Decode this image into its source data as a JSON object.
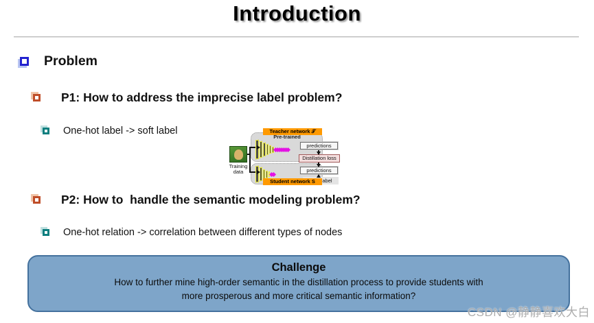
{
  "slide": {
    "title": "Introduction",
    "outline": [
      {
        "level": 1,
        "text": "Problem"
      },
      {
        "level": 2,
        "text": "P1: How to address the imprecise label problem?"
      },
      {
        "level": 3,
        "text": "One-hot label -> soft label"
      },
      {
        "level": 2,
        "text": "P2: How to  handle the semantic modeling problem?"
      },
      {
        "level": 3,
        "text": "One-hot relation -> correlation between different types of nodes"
      }
    ],
    "figure": {
      "teacher_label": "Teacher network 𝒯",
      "pretrained_label": "Pre-trained",
      "student_label": "Student network S",
      "training_data_label": "Training data",
      "predictions_top": "predictions",
      "predictions_bottom": "predictions",
      "distillation_loss_label": "Distillation loss",
      "true_label": "True label"
    },
    "challenge": {
      "title": "Challenge",
      "line1": "How to further mine high-order semantic in the distillation process to provide students with",
      "line2": "more prosperous and more critical semantic information?"
    },
    "watermark": "CSDN @静静喜欢大白",
    "colors": {
      "bullet_level1": "#2222cf",
      "bullet_level2": "#bf4d28",
      "bullet_level3": "#0e7f7f",
      "challenge_fill": "#7ea5c9",
      "challenge_border": "#44719d",
      "network_tag_orange": "#ff9900",
      "distillation_fill": "#f4dede",
      "feature_diamond": "#e411e4",
      "divider_gray": "#b9b9b9"
    }
  }
}
